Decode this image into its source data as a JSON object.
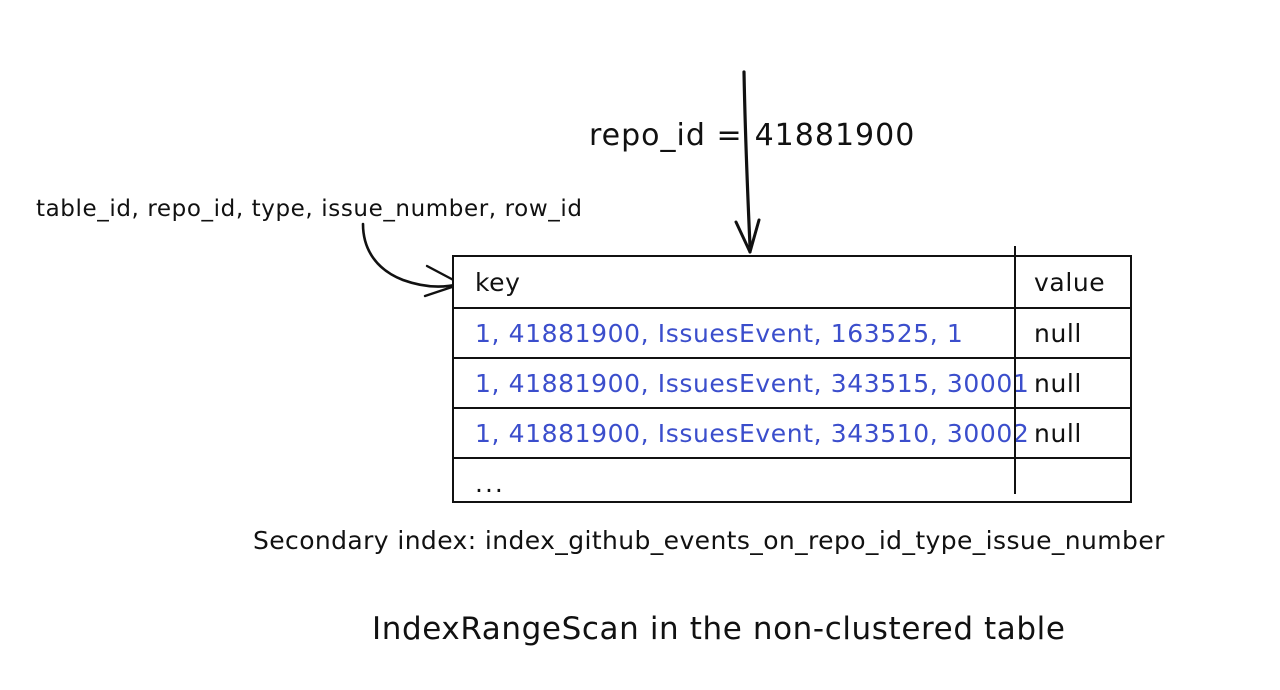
{
  "theme": {
    "background": "#ffffff",
    "ink": "#111111",
    "data_text": "#3b4ecc"
  },
  "predicate": {
    "field": "repo_id =",
    "value": "41881900"
  },
  "index_columns_label": "table_id, repo_id, type, issue_number, row_id",
  "table": {
    "columns": [
      "key",
      "value"
    ],
    "rows": [
      {
        "key": "1, 41881900, IssuesEvent, 163525, 1",
        "value": "null"
      },
      {
        "key": "1, 41881900, IssuesEvent, 343515, 30001",
        "value": "null"
      },
      {
        "key": "1, 41881900, IssuesEvent, 343510, 30002",
        "value": "null"
      },
      {
        "key": "...",
        "value": ""
      }
    ]
  },
  "captions": {
    "secondary_index": "Secondary index: index_github_events_on_repo_id_type_issue_number",
    "title": "IndexRangeScan in the non-clustered table"
  }
}
